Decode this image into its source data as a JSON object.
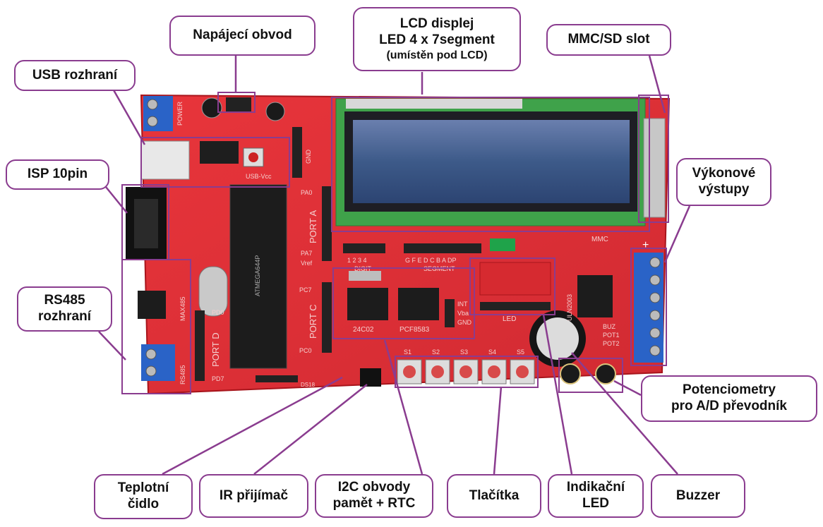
{
  "colors": {
    "accent": "#8a3c8f",
    "board": "#e0333a",
    "lcd": "#3d5a89"
  },
  "silk": {
    "power": "POWER",
    "usb": "USB-Vcc",
    "gnd": "GND",
    "port_a": "PORT A",
    "pa0": "PA0",
    "pa7": "PA7",
    "vref": "Vref",
    "digit_nums": "1 2 3 4",
    "digit": "DIGIT",
    "segment_letters": "G F E D C B A DP",
    "segment": "SEGMENT",
    "port_c": "PORT C",
    "pc7": "PC7",
    "pc0": "PC0",
    "port_d": "PORT D",
    "pd0": "PD0",
    "pd7": "PD7",
    "max485": "MAX485",
    "rs485": "RS485",
    "chip_24": "24C02",
    "chip_pcf": "PCF8583",
    "int": "INT",
    "vbat": "Vba",
    "led": "LED",
    "uln": "ULN2003",
    "mmc": "MMC",
    "buttons": [
      "S1",
      "S2",
      "S3",
      "S4",
      "S5"
    ],
    "pot2": "POT2",
    "pot1": "POT1",
    "buz": "BUZ",
    "ds18": "DS18",
    "mcu": "ATMEGA644P"
  },
  "callouts": {
    "napajeci": "Napájecí obvod",
    "lcd_line1": "LCD displej",
    "lcd_line2": "LED 4 x 7segment",
    "lcd_line3": "(umístěn pod LCD)",
    "mmc": "MMC/SD slot",
    "usb": "USB rozhraní",
    "isp": "ISP 10pin",
    "rs485": "RS485\nrozhraní",
    "vykonove": "Výkonové\nvýstupy",
    "potenciometry": "Potenciometry\npro A/D převodník",
    "teplotni": "Teplotní\nčidlo",
    "ir": "IR přijímač",
    "i2c": "I2C obvody\npamět + RTC",
    "tlacitka": "Tlačítka",
    "indikacni": "Indikační\nLED",
    "buzzer": "Buzzer"
  }
}
